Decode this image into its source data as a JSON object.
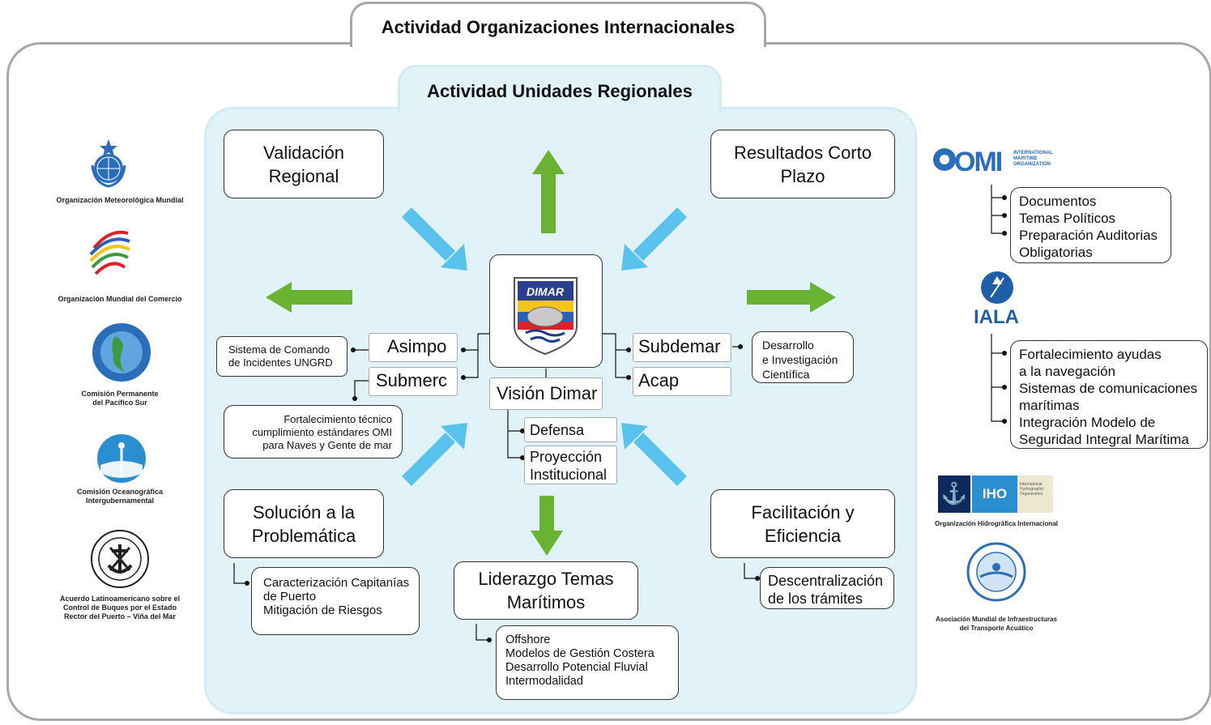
{
  "outer_title": "Actividad Organizaciones Internacionales",
  "inner_title": "Actividad Unidades Regionales",
  "center_logo_text": "DIMAR",
  "quadrants": {
    "top_left": "Validación\nRegional",
    "top_right": "Resultados Corto\nPlazo",
    "bottom_left": "Solución a la\nProblemática",
    "bottom_right": "Facilitación y\nEficiencia",
    "bottom_center": "Liderazgo Temas\nMarítimos"
  },
  "center_labels": {
    "asimpo": "Asimpo",
    "submerc": "Submerc",
    "subdemar": "Subdemar",
    "acap": "Acap",
    "vision": "Visión Dimar",
    "defensa": "Defensa",
    "proyeccion": "Proyección\nInstitucional"
  },
  "details": {
    "asimpo": "Sistema de Comando\nde Incidentes UNGRD",
    "submerc": "Fortalecimiento técnico\ncumplimiento estándares OMI\npara Naves y Gente de mar",
    "subdemar": "Desarrollo\ne Investigación\nCientífica",
    "solucion": "Caracterización Capitanías\nde Puerto\nMitigación de Riesgos",
    "facilitacion": "Descentralización\nde los trámites",
    "liderazgo": "Offshore\nModelos de Gestión Costera\nDesarrollo Potencial Fluvial\nIntermodalidad"
  },
  "left_orgs": [
    {
      "caption": "Organización Meteorológica Mundial",
      "icon": "wmo-logo"
    },
    {
      "caption": "Organización Mundial del Comercio",
      "icon": "wto-logo"
    },
    {
      "caption": "Comisión Permanente\ndel Pacífico Sur",
      "icon": "cpps-logo"
    },
    {
      "caption": "Comisión Oceanográfica\nIntergubernamental",
      "icon": "ioc-logo"
    },
    {
      "caption": "Acuerdo Latinoamericano sobre el\nControl de Buques por el Estado\nRector del Puerto – Viña del Mar",
      "icon": "anchor-seal-logo"
    }
  ],
  "right_orgs": {
    "omi": {
      "logo": "OMI",
      "logo_sub": "INTERNATIONAL\nMARITIME\nORGANIZATION",
      "items": "Documentos\nTemas Políticos\nPreparación Auditorias\nObligatorias"
    },
    "iala": {
      "logo": "IALA",
      "items": "Fortalecimiento ayudas\na la navegación\nSistemas de comunicaciones\nmarítimas\nIntegración Modelo de\nSeguridad Integral Marítima"
    },
    "iho": {
      "logo": "IHO",
      "logo_sub": "International\nHydrographic\nOrganization",
      "caption": "Organización Hidrográfica Internacional"
    },
    "aipcn": {
      "caption": "Asociación Mundial de Infraestructuras\ndel Transporte Acuático"
    }
  },
  "colors": {
    "green": "#6ab232",
    "blue": "#59c3ee",
    "panel": "#e1f3f9"
  }
}
